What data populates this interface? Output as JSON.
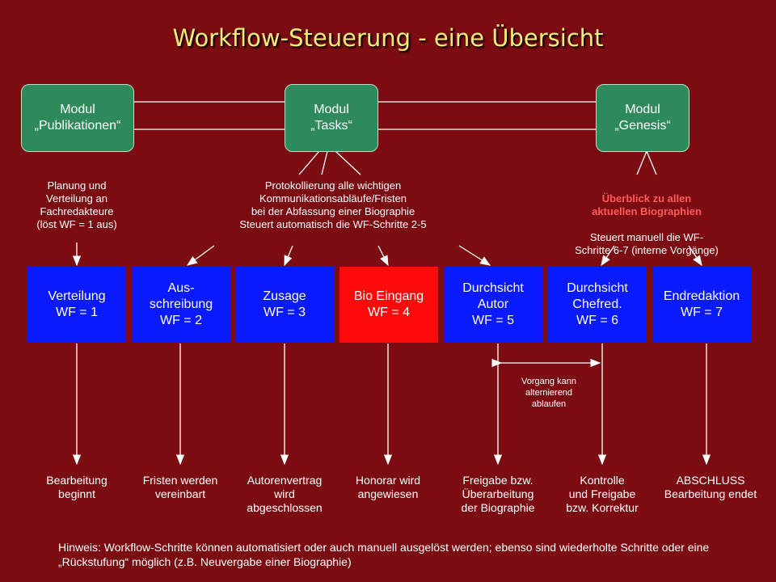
{
  "title": "Workflow-Steuerung - eine Übersicht",
  "modules": {
    "publikationen": "Modul\n„Publikationen“",
    "tasks": "Modul\n„Tasks“",
    "genesis": "Modul\n„Genesis“"
  },
  "notes": {
    "planung": "Planung und\nVerteilung an\nFachredakteure\n(löst WF = 1 aus)",
    "protokoll": "Protokollierung alle wichtigen\nKommunikationsabläufe/Fristen\nbei der Abfassung einer Biographie\nSteuert automatisch die WF-Schritte 2-5",
    "ueberblick_highlight": "Überblick zu allen\naktuellen Biographien",
    "ueberblick": "Steuert manuell  die WF-\nSchritte 6-7 (interne Vorgänge)"
  },
  "steps": [
    "Verteilung\nWF = 1",
    "Aus-\nschreibung\nWF = 2",
    "Zusage\nWF = 3",
    "Bio Eingang\nWF = 4",
    "Durchsicht\nAutor\nWF = 5",
    "Durchsicht\nChefred.\nWF = 6",
    "Endredaktion\nWF = 7"
  ],
  "results": [
    "Bearbeitung\nbeginnt",
    "Fristen werden\nvereinbart",
    "Autorenvertrag\nwird\nabgeschlossen",
    "Honorar wird\nangewiesen",
    "Freigabe bzw.\nÜberarbeitung\nder Biographie",
    "Kontrolle\nund Freigabe\nbzw. Korrektur",
    "ABSCHLUSS\nBearbeitung endet"
  ],
  "alternate_note": "Vorgang kann\nalternierend\nablaufen",
  "hint": "Hinweis: Workflow-Schritte können automatisiert oder auch manuell ausgelöst werden; ebenso sind wiederholte Schritte oder eine „Rückstufung“  möglich (z.B. Neuvergabe einer Biographie)",
  "colors": {
    "background": "#7a0c12",
    "title": "#f4ec7a",
    "module": "#2e8a5a",
    "step": "#0a1aff",
    "step_active": "#ff0a0a",
    "highlight": "#ff5a5a"
  }
}
